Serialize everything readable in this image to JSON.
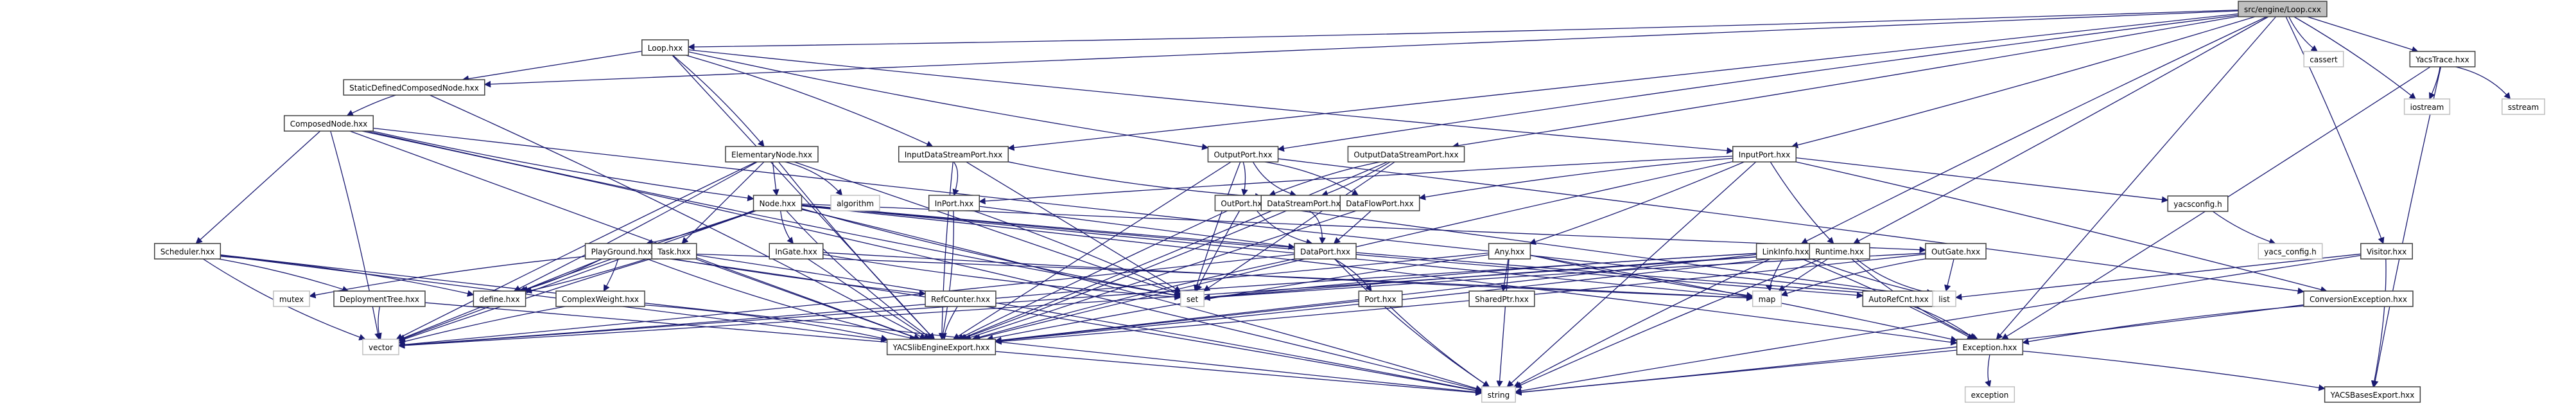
{
  "title": "src/engine/Loop.cxx include dependency graph",
  "colors": {
    "edge": "#191970",
    "root_fill": "#bfbfbf",
    "node_border": "#404040",
    "system_border": "#bfbfbf"
  },
  "nodes": [
    {
      "id": "root",
      "label": "src/engine/Loop.cxx",
      "kind": "root"
    },
    {
      "id": "loop_hxx",
      "label": "Loop.hxx",
      "kind": "local"
    },
    {
      "id": "cassert",
      "label": "cassert",
      "kind": "system"
    },
    {
      "id": "yacstrace",
      "label": "YacsTrace.hxx",
      "kind": "local"
    },
    {
      "id": "iostream",
      "label": "iostream",
      "kind": "system"
    },
    {
      "id": "sstream",
      "label": "sstream",
      "kind": "system"
    },
    {
      "id": "staticdef",
      "label": "StaticDefinedComposedNode.hxx",
      "kind": "local"
    },
    {
      "id": "composed",
      "label": "ComposedNode.hxx",
      "kind": "local"
    },
    {
      "id": "elementary",
      "label": "ElementaryNode.hxx",
      "kind": "local"
    },
    {
      "id": "algorithm",
      "label": "algorithm",
      "kind": "system"
    },
    {
      "id": "inputdsp",
      "label": "InputDataStreamPort.hxx",
      "kind": "local"
    },
    {
      "id": "outputport",
      "label": "OutputPort.hxx",
      "kind": "local"
    },
    {
      "id": "outputdsp",
      "label": "OutputDataStreamPort.hxx",
      "kind": "local"
    },
    {
      "id": "inputport",
      "label": "InputPort.hxx",
      "kind": "local"
    },
    {
      "id": "yacsconfig",
      "label": "yacsconfig.h",
      "kind": "local"
    },
    {
      "id": "yacs_config",
      "label": "yacs_config.h",
      "kind": "system"
    },
    {
      "id": "visitor",
      "label": "Visitor.hxx",
      "kind": "local"
    },
    {
      "id": "node",
      "label": "Node.hxx",
      "kind": "local"
    },
    {
      "id": "inport",
      "label": "InPort.hxx",
      "kind": "local"
    },
    {
      "id": "outport",
      "label": "OutPort.hxx",
      "kind": "local"
    },
    {
      "id": "datastream",
      "label": "DataStreamPort.hxx",
      "kind": "local"
    },
    {
      "id": "dataflow",
      "label": "DataFlowPort.hxx",
      "kind": "local"
    },
    {
      "id": "scheduler",
      "label": "Scheduler.hxx",
      "kind": "local"
    },
    {
      "id": "playground",
      "label": "PlayGround.hxx",
      "kind": "local"
    },
    {
      "id": "task",
      "label": "Task.hxx",
      "kind": "local"
    },
    {
      "id": "ingate",
      "label": "InGate.hxx",
      "kind": "local"
    },
    {
      "id": "dataport",
      "label": "DataPort.hxx",
      "kind": "local"
    },
    {
      "id": "any",
      "label": "Any.hxx",
      "kind": "local"
    },
    {
      "id": "linkinfo",
      "label": "LinkInfo.hxx",
      "kind": "local"
    },
    {
      "id": "runtime",
      "label": "Runtime.hxx",
      "kind": "local"
    },
    {
      "id": "outgate",
      "label": "OutGate.hxx",
      "kind": "local"
    },
    {
      "id": "mutex",
      "label": "mutex",
      "kind": "system"
    },
    {
      "id": "deploytree",
      "label": "DeploymentTree.hxx",
      "kind": "local"
    },
    {
      "id": "define",
      "label": "define.hxx",
      "kind": "local"
    },
    {
      "id": "complexweight",
      "label": "ComplexWeight.hxx",
      "kind": "local"
    },
    {
      "id": "refcounter",
      "label": "RefCounter.hxx",
      "kind": "local"
    },
    {
      "id": "set",
      "label": "set",
      "kind": "system"
    },
    {
      "id": "port",
      "label": "Port.hxx",
      "kind": "local"
    },
    {
      "id": "sharedptr",
      "label": "SharedPtr.hxx",
      "kind": "local"
    },
    {
      "id": "map",
      "label": "map",
      "kind": "system"
    },
    {
      "id": "autorefcnt",
      "label": "AutoRefCnt.hxx",
      "kind": "local"
    },
    {
      "id": "list",
      "label": "list",
      "kind": "system"
    },
    {
      "id": "convexc",
      "label": "ConversionException.hxx",
      "kind": "local"
    },
    {
      "id": "vector",
      "label": "vector",
      "kind": "system"
    },
    {
      "id": "yacsengexp",
      "label": "YACSlibEngineExport.hxx",
      "kind": "local"
    },
    {
      "id": "exception_hxx",
      "label": "Exception.hxx",
      "kind": "local"
    },
    {
      "id": "string",
      "label": "string",
      "kind": "system"
    },
    {
      "id": "exception",
      "label": "exception",
      "kind": "system"
    },
    {
      "id": "yacsbasesexp",
      "label": "YACSBasesExport.hxx",
      "kind": "local"
    }
  ],
  "edges": [
    [
      "root",
      "loop_hxx"
    ],
    [
      "root",
      "cassert"
    ],
    [
      "root",
      "yacstrace"
    ],
    [
      "root",
      "iostream"
    ],
    [
      "root",
      "outputport"
    ],
    [
      "root",
      "inputport"
    ],
    [
      "root",
      "outputdsp"
    ],
    [
      "root",
      "inputdsp"
    ],
    [
      "root",
      "visitor"
    ],
    [
      "root",
      "linkinfo"
    ],
    [
      "root",
      "runtime"
    ],
    [
      "root",
      "exception_hxx"
    ],
    [
      "root",
      "staticdef"
    ],
    [
      "yacstrace",
      "iostream"
    ],
    [
      "yacstrace",
      "sstream"
    ],
    [
      "yacstrace",
      "exception_hxx"
    ],
    [
      "yacstrace",
      "yacsbasesexp"
    ],
    [
      "loop_hxx",
      "staticdef"
    ],
    [
      "loop_hxx",
      "elementary"
    ],
    [
      "loop_hxx",
      "inputdsp"
    ],
    [
      "loop_hxx",
      "outputport"
    ],
    [
      "loop_hxx",
      "inputport"
    ],
    [
      "loop_hxx",
      "yacsengexp"
    ],
    [
      "staticdef",
      "composed"
    ],
    [
      "staticdef",
      "yacsengexp"
    ],
    [
      "composed",
      "node"
    ],
    [
      "composed",
      "scheduler"
    ],
    [
      "composed",
      "yacsengexp"
    ],
    [
      "composed",
      "vector"
    ],
    [
      "composed",
      "string"
    ],
    [
      "composed",
      "set"
    ],
    [
      "composed",
      "list"
    ],
    [
      "elementary",
      "node"
    ],
    [
      "elementary",
      "task"
    ],
    [
      "elementary",
      "algorithm"
    ],
    [
      "elementary",
      "define"
    ],
    [
      "elementary",
      "yacsengexp"
    ],
    [
      "elementary",
      "set"
    ],
    [
      "elementary",
      "vector"
    ],
    [
      "inputdsp",
      "inport"
    ],
    [
      "inputdsp",
      "datastream"
    ],
    [
      "inputdsp",
      "yacsengexp"
    ],
    [
      "inputdsp",
      "set"
    ],
    [
      "outputport",
      "outport"
    ],
    [
      "outputport",
      "dataflow"
    ],
    [
      "outputport",
      "datastream"
    ],
    [
      "outputport",
      "set"
    ],
    [
      "outputport",
      "yacsengexp"
    ],
    [
      "outputport",
      "convexc"
    ],
    [
      "outputdsp",
      "outport"
    ],
    [
      "outputdsp",
      "datastream"
    ],
    [
      "outputdsp",
      "yacsengexp"
    ],
    [
      "outputdsp",
      "set"
    ],
    [
      "inputport",
      "inport"
    ],
    [
      "inputport",
      "dataflow"
    ],
    [
      "inputport",
      "any"
    ],
    [
      "inputport",
      "runtime"
    ],
    [
      "inputport",
      "yacsconfig"
    ],
    [
      "inputport",
      "convexc"
    ],
    [
      "inputport",
      "yacsengexp"
    ],
    [
      "inputport",
      "string"
    ],
    [
      "yacsconfig",
      "yacs_config"
    ],
    [
      "visitor",
      "list"
    ],
    [
      "visitor",
      "string"
    ],
    [
      "visitor",
      "yacsbasesexp"
    ],
    [
      "node",
      "playground"
    ],
    [
      "node",
      "ingate"
    ],
    [
      "node",
      "outgate"
    ],
    [
      "node",
      "define"
    ],
    [
      "node",
      "exception_hxx"
    ],
    [
      "node",
      "set"
    ],
    [
      "node",
      "list"
    ],
    [
      "node",
      "map"
    ],
    [
      "node",
      "vector"
    ],
    [
      "node",
      "string"
    ],
    [
      "node",
      "yacsengexp"
    ],
    [
      "node",
      "autorefcnt"
    ],
    [
      "inport",
      "dataport"
    ],
    [
      "inport",
      "set"
    ],
    [
      "inport",
      "yacsengexp"
    ],
    [
      "outport",
      "dataport"
    ],
    [
      "outport",
      "set"
    ],
    [
      "outport",
      "list"
    ],
    [
      "outport",
      "yacsengexp"
    ],
    [
      "datastream",
      "dataport"
    ],
    [
      "datastream",
      "yacsengexp"
    ],
    [
      "dataflow",
      "dataport"
    ],
    [
      "dataflow",
      "yacsengexp"
    ],
    [
      "scheduler",
      "deploytree"
    ],
    [
      "scheduler",
      "define"
    ],
    [
      "scheduler",
      "vector"
    ],
    [
      "scheduler",
      "string"
    ],
    [
      "scheduler",
      "yacsengexp"
    ],
    [
      "playground",
      "complexweight"
    ],
    [
      "playground",
      "mutex"
    ],
    [
      "playground",
      "define"
    ],
    [
      "playground",
      "refcounter"
    ],
    [
      "playground",
      "vector"
    ],
    [
      "playground",
      "map"
    ],
    [
      "playground",
      "string"
    ],
    [
      "playground",
      "yacsengexp"
    ],
    [
      "task",
      "define"
    ],
    [
      "task",
      "yacsengexp"
    ],
    [
      "task",
      "vector"
    ],
    [
      "task",
      "string"
    ],
    [
      "ingate",
      "set"
    ],
    [
      "ingate",
      "map"
    ],
    [
      "ingate",
      "yacsengexp"
    ],
    [
      "dataport",
      "port"
    ],
    [
      "dataport",
      "yacsengexp"
    ],
    [
      "dataport",
      "string"
    ],
    [
      "dataport",
      "vector"
    ],
    [
      "any",
      "sharedptr"
    ],
    [
      "any",
      "exception_hxx"
    ],
    [
      "any",
      "yacsengexp"
    ],
    [
      "any",
      "vector"
    ],
    [
      "any",
      "map"
    ],
    [
      "any",
      "string"
    ],
    [
      "linkinfo",
      "exception_hxx"
    ],
    [
      "linkinfo",
      "set"
    ],
    [
      "linkinfo",
      "map"
    ],
    [
      "linkinfo",
      "list"
    ],
    [
      "linkinfo",
      "yacsengexp"
    ],
    [
      "linkinfo",
      "vector"
    ],
    [
      "linkinfo",
      "string"
    ],
    [
      "runtime",
      "exception_hxx"
    ],
    [
      "runtime",
      "yacsengexp"
    ],
    [
      "runtime",
      "map"
    ],
    [
      "runtime",
      "set"
    ],
    [
      "runtime",
      "string"
    ],
    [
      "runtime",
      "list"
    ],
    [
      "runtime",
      "vector"
    ],
    [
      "outgate",
      "list"
    ],
    [
      "outgate",
      "set"
    ],
    [
      "outgate",
      "map"
    ],
    [
      "outgate",
      "yacsengexp"
    ],
    [
      "deploytree",
      "vector"
    ],
    [
      "deploytree",
      "string"
    ],
    [
      "complexweight",
      "vector"
    ],
    [
      "complexweight",
      "yacsengexp"
    ],
    [
      "refcounter",
      "yacsengexp"
    ],
    [
      "port",
      "string"
    ],
    [
      "port",
      "yacsengexp"
    ],
    [
      "autorefcnt",
      "exception_hxx"
    ],
    [
      "convexc",
      "exception_hxx"
    ],
    [
      "convexc",
      "string"
    ],
    [
      "exception_hxx",
      "exception"
    ],
    [
      "exception_hxx",
      "string"
    ],
    [
      "exception_hxx",
      "yacsbasesexp"
    ]
  ]
}
